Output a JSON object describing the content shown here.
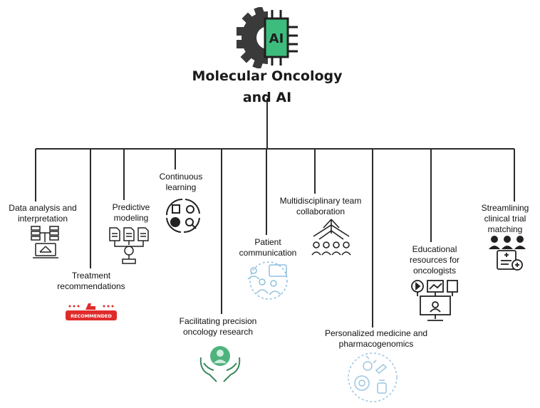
{
  "title_line1": "Molecular Oncology",
  "title_line2": "and AI",
  "logo": {
    "text": "AI",
    "icon": "ai-chip-gear-icon",
    "colors": {
      "gear": "#3a3a3a",
      "chip": "#3dbd7d"
    }
  },
  "branches": [
    {
      "id": "data-analysis",
      "label": "Data analysis and interpretation",
      "icon": "database-network-laptop-icon"
    },
    {
      "id": "treatment",
      "label": "Treatment recommendations",
      "icon": "recommended-badge-icon",
      "badge_text": "RECOMMENDED"
    },
    {
      "id": "predictive",
      "label": "Predictive modeling",
      "icon": "documents-to-model-icon"
    },
    {
      "id": "continuous",
      "label": "Continuous learning",
      "icon": "learning-cycle-icon"
    },
    {
      "id": "precision",
      "label": "Facilitating precision oncology research",
      "icon": "hands-holding-doctor-icon"
    },
    {
      "id": "patient",
      "label": "Patient communication",
      "icon": "patient-communication-icon"
    },
    {
      "id": "multidisciplinary",
      "label": "Multidisciplinary team collaboration",
      "icon": "team-collaboration-icon"
    },
    {
      "id": "personalized",
      "label": "Personalized medicine and pharmacogenomics",
      "icon": "personalized-medicine-icon"
    },
    {
      "id": "educational",
      "label": "Educational resources for oncologists",
      "icon": "educational-monitor-icon"
    },
    {
      "id": "clinical-trial",
      "label": "Streamlining clinical trial matching",
      "icon": "clinical-trial-matching-icon"
    }
  ]
}
